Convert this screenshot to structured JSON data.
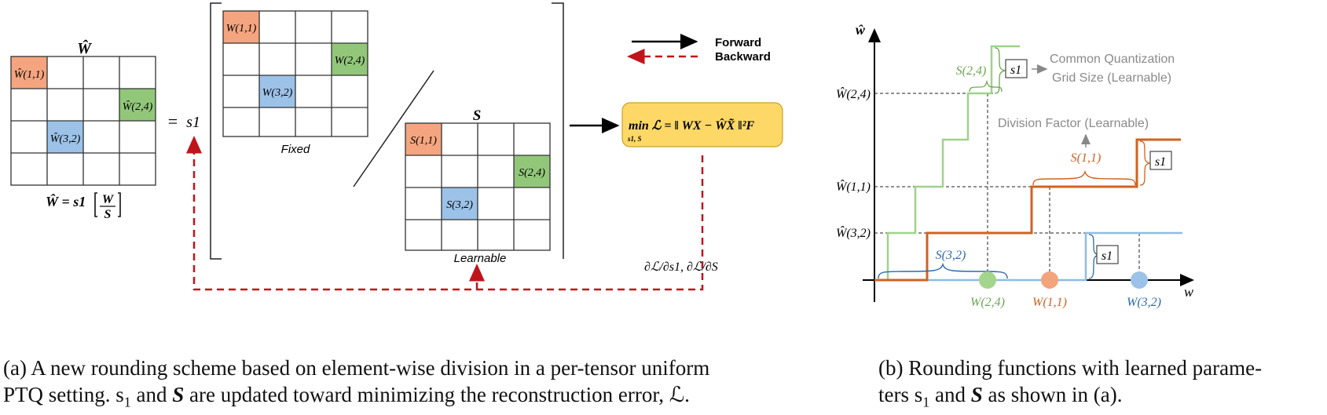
{
  "panel_a": {
    "w_hat_label": "Ŵ",
    "w_hat_cells": {
      "c11": "Ŵ(1,1)",
      "c24": "Ŵ(2,4)",
      "c32": "Ŵ(3,2)"
    },
    "equals": "=",
    "s1": "s1",
    "formula_lhs": "Ŵ = s1",
    "formula_num": "W",
    "formula_den": "S",
    "fixed_cells": {
      "c11": "W(1,1)",
      "c24": "W(2,4)",
      "c32": "W(3,2)"
    },
    "fixed_label": "Fixed",
    "s_label": "S",
    "learnable_cells": {
      "c11": "S(1,1)",
      "c24": "S(2,4)",
      "c32": "S(3,2)"
    },
    "learnable_label": "Learnable",
    "legend": {
      "forward": "Forward",
      "backward": "Backward"
    },
    "loss": "min ℒ = ‖ WX − ŴX̃ ‖²F",
    "loss_sub": "s1, S",
    "gradients": "∂ℒ/∂s1, ∂ℒ/∂S"
  },
  "panel_b": {
    "y_axis": "ŵ",
    "x_axis": "w",
    "y_ticks": [
      "Ŵ(2,4)",
      "Ŵ(1,1)",
      "Ŵ(3,2)"
    ],
    "x_ticks": [
      "W(2,4)",
      "W(1,1)",
      "W(3,2)"
    ],
    "s24": "S(2,4)",
    "s11": "S(1,1)",
    "s32": "S(3,2)",
    "s1_box": "s1",
    "annot_grid_1": "Common Quantization",
    "annot_grid_2": "Grid Size (Learnable)",
    "annot_div": "Division Factor (Learnable)"
  },
  "colors": {
    "orange_cell": "#F4A57F",
    "green_cell": "#92C77A",
    "blue_cell": "#9CC2E8",
    "loss_box": "#FDD866",
    "backward": "#C0141C",
    "green_line": "#9ED38A",
    "orange_line": "#D2621E",
    "blue_line": "#8EBDE4"
  },
  "captions": {
    "a_line1": "(a)  A new rounding scheme based on element-wise division in a per-tensor uniform",
    "a_line2_pre": "PTQ setting. s",
    "a_line2_mid": " and ",
    "a_line2_post": " are updated toward minimizing the reconstruction error, ℒ.",
    "b_line1": "(b)  Rounding functions with learned parame-",
    "b_line2_pre": "ters s",
    "b_line2_mid": " and ",
    "b_line2_post": " as shown in (a).",
    "sub1": "1",
    "bold_s": "S"
  }
}
